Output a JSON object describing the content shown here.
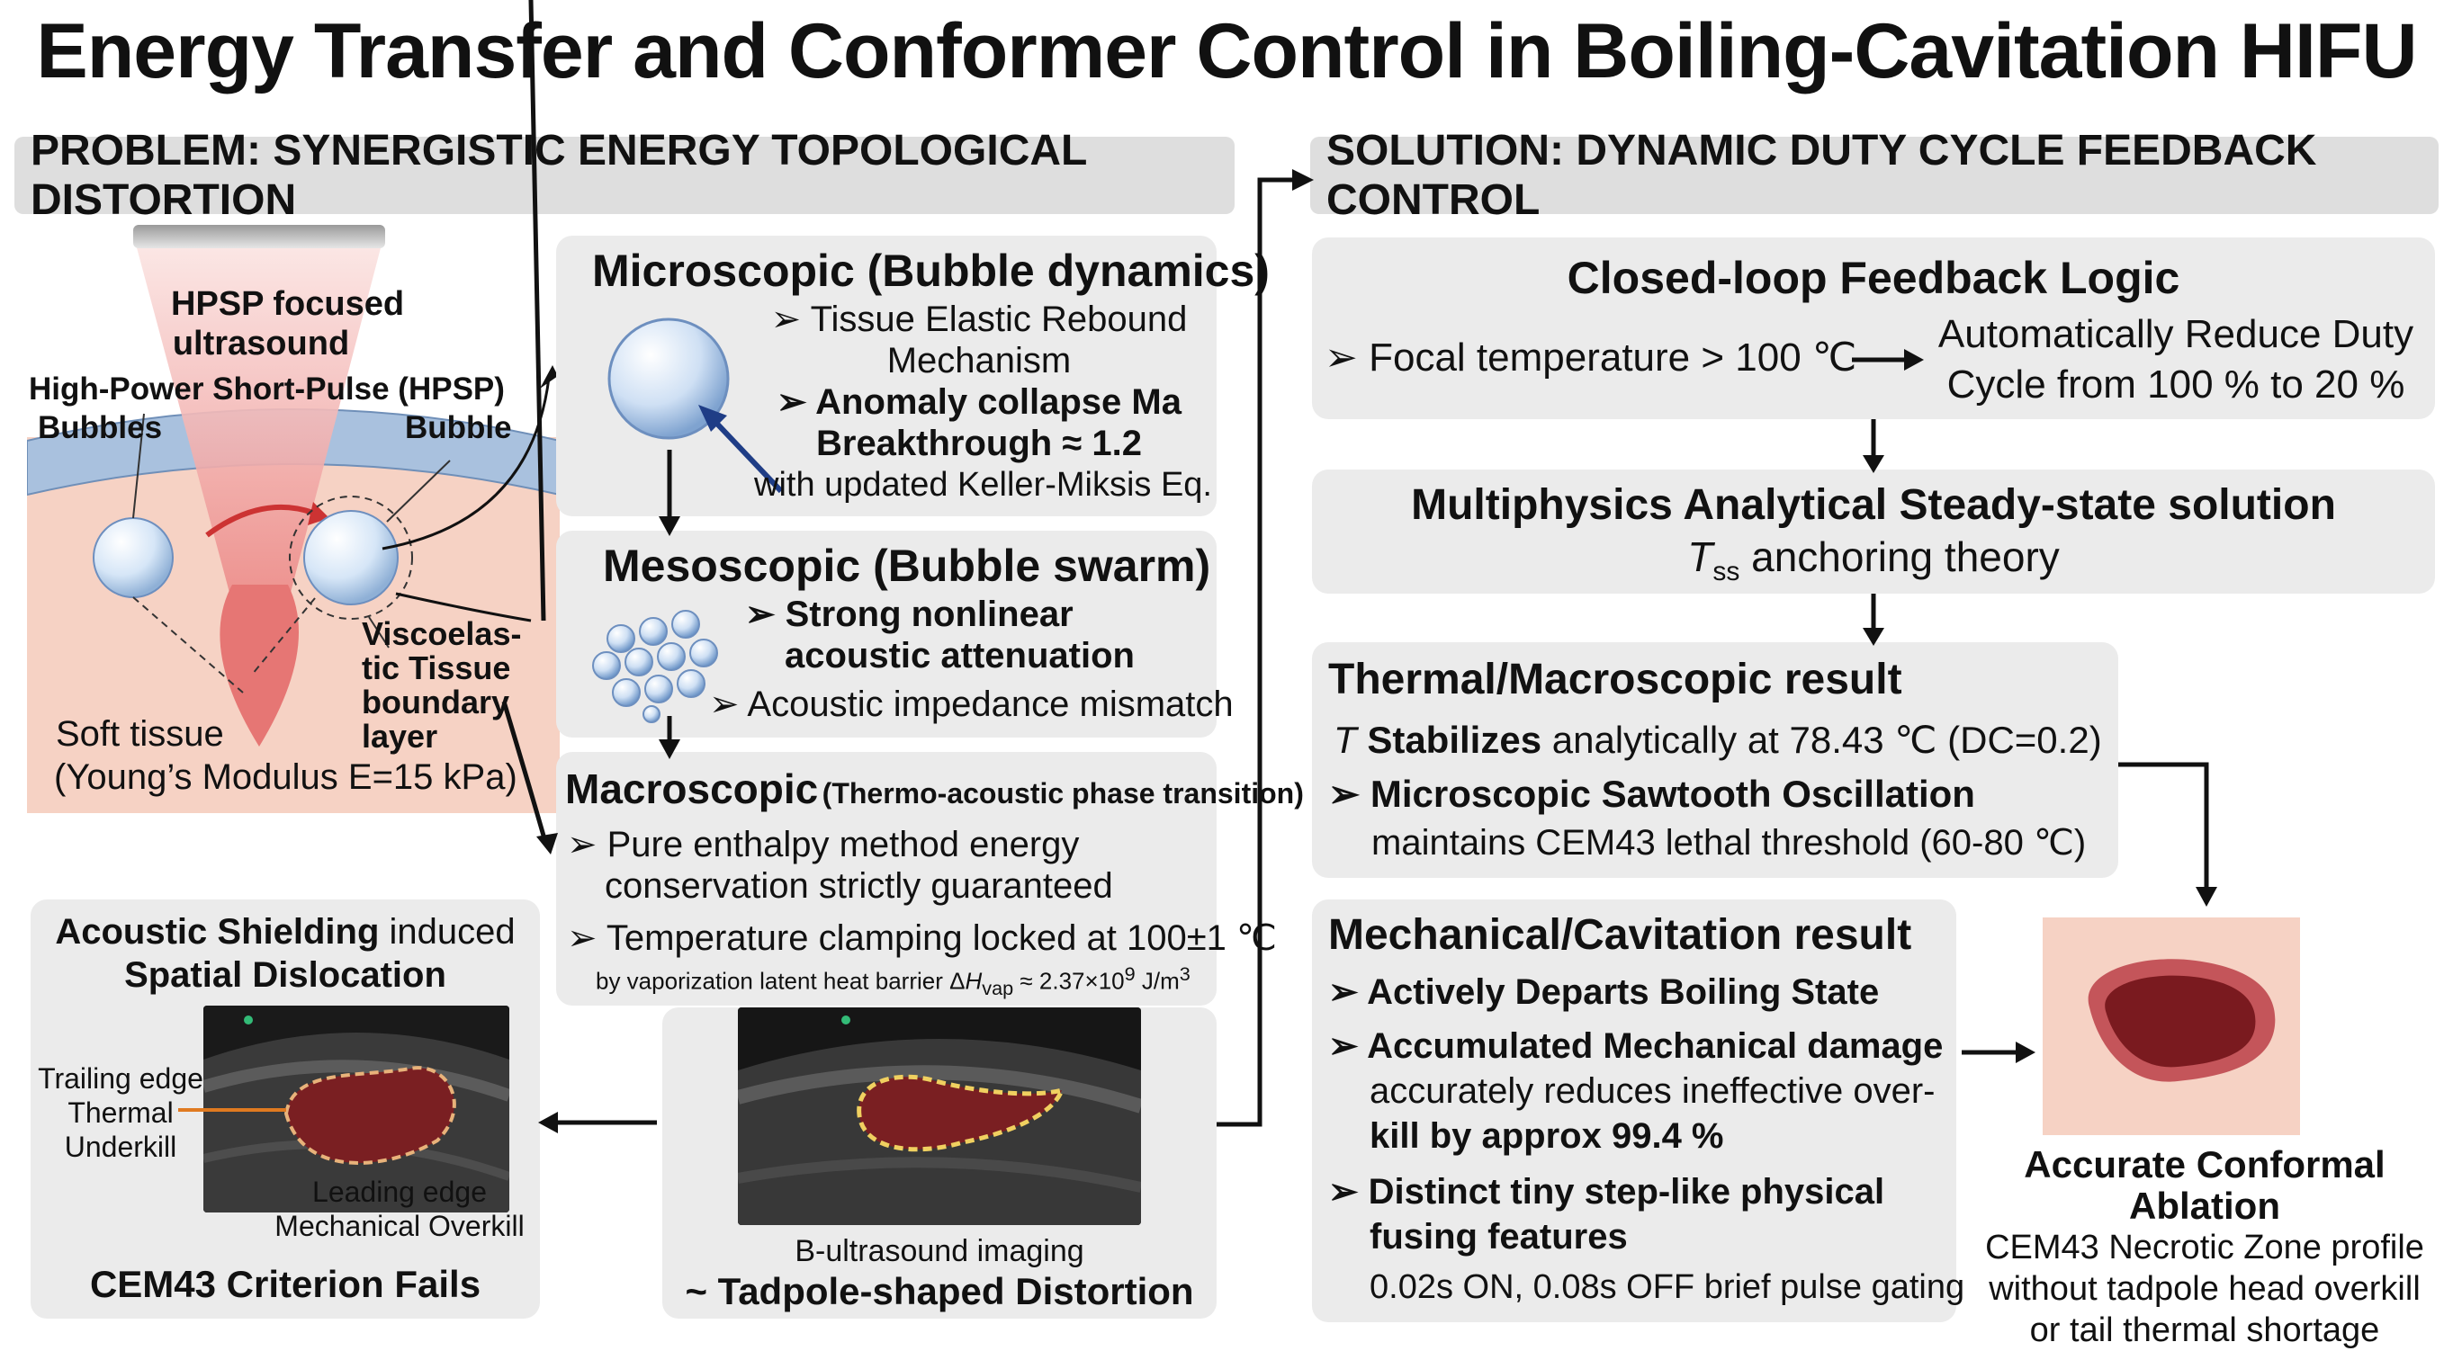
{
  "title": "Energy Transfer and Conformer Control in Boiling-Cavitation HIFU",
  "problem": {
    "header": "PROBLEM: SYNERGISTIC ENERGY TOPOLOGICAL DISTORTION",
    "illustration": {
      "beam_label_1": "HPSP focused",
      "beam_label_2": "ultrasound",
      "hpsp_label": "High-Power Short-Pulse (HPSP)",
      "bubbles_label": "Bubbles",
      "bubble_label": "Bubble",
      "visco_1": "Viscoelas-",
      "visco_2": "tic Tissue",
      "visco_3": "boundary",
      "visco_4": "layer",
      "soft_1": "Soft tissue",
      "soft_2": "(Young’s Modulus E=15 kPa)"
    },
    "microscopic": {
      "title": "Microscopic (Bubble dynamics)",
      "line1": "➢ Tissue Elastic Rebound",
      "line2": "Mechanism",
      "line3": "➢ Anomaly collapse Ma",
      "line4": "Breakthrough ≈ 1.2",
      "line5": "with updated Keller-Miksis Eq."
    },
    "mesoscopic": {
      "title": "Mesoscopic (Bubble swarm)",
      "line1": "➢ Strong nonlinear",
      "line2": "acoustic attenuation",
      "line3": "➢ Acoustic impedance mismatch"
    },
    "macroscopic": {
      "title": "Macroscopic",
      "title_small": "(Thermo-acoustic phase transition)",
      "line1": "➢ Pure enthalpy method energy",
      "line2": "conservation strictly guaranteed",
      "line3": "➢ Temperature clamping locked at 100±1 ℃",
      "line4_pre": "by vaporization latent heat barrier Δ",
      "line4_h": "H",
      "line4_sub": "vap",
      "line4_post": " ≈ 2.37×10",
      "line4_exp": "9",
      "line4_unit": " J/m",
      "line4_unit_exp": "3"
    },
    "shielding": {
      "title_bold1": "Acoustic Shielding",
      "title_rest": " induced",
      "title_bold2": "Spatial Dislocation",
      "trail_1": "Trailing edge",
      "trail_2": "Thermal",
      "trail_3": "Underkill",
      "lead_1": "Leading edge",
      "lead_2": "Mechanical Overkill",
      "footer": "CEM43 Criterion Fails"
    },
    "tadpole": {
      "caption": "B-ultrasound imaging",
      "footer": "~ Tadpole-shaped Distortion"
    }
  },
  "solution": {
    "header": "SOLUTION: DYNAMIC DUTY CYCLE FEEDBACK CONTROL",
    "closed_loop": {
      "title": "Closed-loop Feedback Logic",
      "condition": "➢ Focal temperature > 100 ℃",
      "action_1": "Automatically Reduce Duty",
      "action_2": "Cycle from 100 % to 20 %"
    },
    "multiphysics": {
      "title": "Multiphysics Analytical Steady-state solution",
      "sub_t": "T",
      "sub_ss": "ss",
      "sub_rest": " anchoring theory"
    },
    "thermal": {
      "title": "Thermal/Macroscopic result",
      "l1_t": "T",
      "l1_bold": " Stabilizes",
      "l1_rest": " analytically at 78.43 ℃ (DC=0.2)",
      "l2": "➢ Microscopic Sawtooth Oscillation",
      "l3": "maintains CEM43 lethal threshold (60-80 ℃)"
    },
    "mechanical": {
      "title": "Mechanical/Cavitation result",
      "l1": "➢ Actively Departs Boiling State",
      "l2": "➢ Accumulated Mechanical damage",
      "l3": "accurately reduces ineffective over-",
      "l4": "kill by approx 99.4 %",
      "l5": "➢ Distinct tiny step-like physical",
      "l6": "fusing features",
      "l7": "0.02s ON, 0.08s OFF brief pulse gating"
    },
    "ablation": {
      "title": "Accurate Conformal Ablation",
      "l1": "CEM43 Necrotic Zone profile",
      "l2": "without tadpole head overkill",
      "l3": "or tail thermal shortage"
    }
  },
  "colors": {
    "tissue": "#f6d2c4",
    "boundary": "#a9c1de",
    "lesion": "#8a1e22",
    "panel": "#ebebeb",
    "header": "#dedede"
  }
}
